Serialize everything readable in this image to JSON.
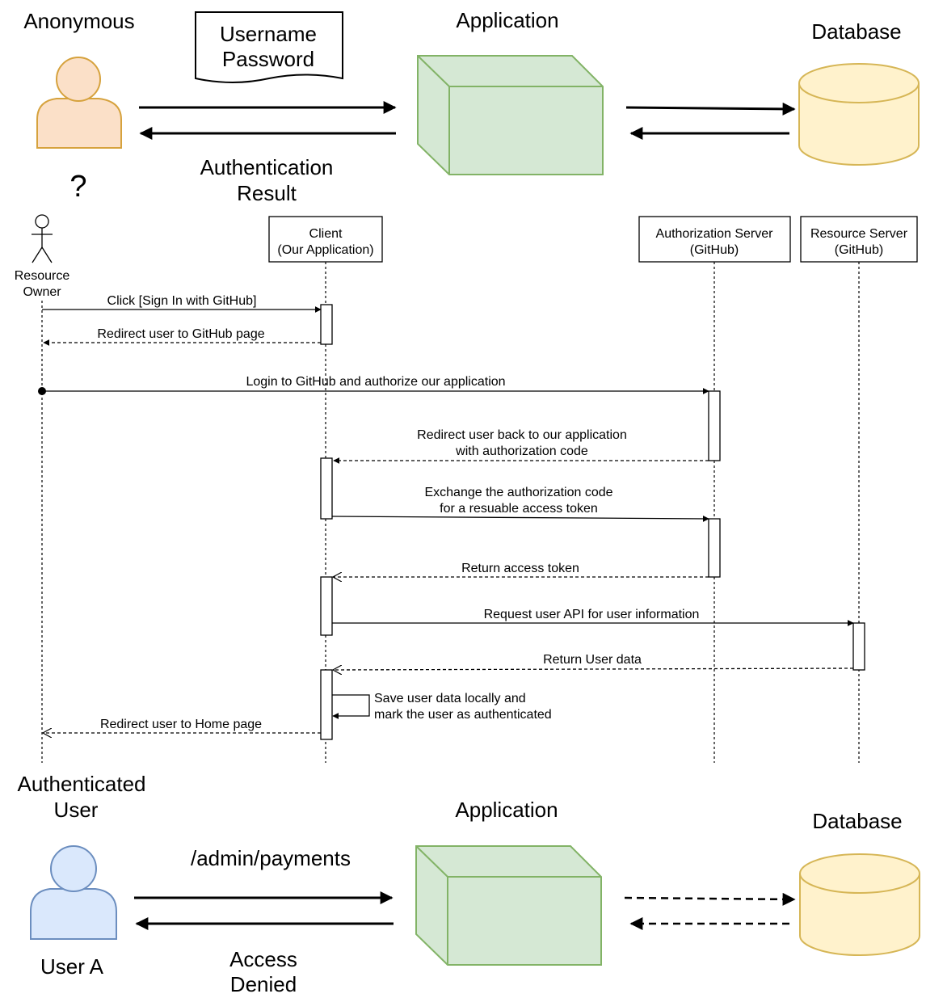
{
  "colors": {
    "anonymous_fill": "#fbe0c8",
    "anonymous_stroke": "#d6a23d",
    "user_fill": "#dae8fc",
    "user_stroke": "#6c8ebf",
    "app_fill": "#d5e8d4",
    "app_stroke": "#82b366",
    "db_fill": "#fff2cc",
    "db_stroke": "#d6b656",
    "denied": "#c0392b"
  },
  "top": {
    "actor_label": "Anonymous",
    "actor_status": "?",
    "credentials": [
      "Username",
      "Password"
    ],
    "app_label": "Application",
    "db_label": "Database",
    "result_label": [
      "Authentication",
      "Result"
    ]
  },
  "sequence": {
    "participants": {
      "owner": [
        "Resource",
        "Owner"
      ],
      "client": [
        "Client",
        "(Our Application)"
      ],
      "auth_server": [
        "Authorization Server",
        "(GitHub)"
      ],
      "resource_server": [
        "Resource Server",
        "(GitHub)"
      ]
    },
    "messages": [
      [
        "Click [Sign In with GitHub]"
      ],
      [
        "Redirect user to GitHub page"
      ],
      [
        "Login to GitHub and authorize our application"
      ],
      [
        "Redirect user back to our application",
        "with authorization code"
      ],
      [
        "Exchange the authorization code",
        "for a resuable access token"
      ],
      [
        "Return access token"
      ],
      [
        "Request user API for user information"
      ],
      [
        "Return User data"
      ],
      [
        "Save user data locally and",
        "mark the user as authenticated"
      ],
      [
        "Redirect user to Home page"
      ]
    ]
  },
  "bottom": {
    "actor_label": [
      "Authenticated",
      "User"
    ],
    "user_name": "User A",
    "request_path": "/admin/payments",
    "app_label": "Application",
    "db_label": "Database",
    "denied_label": [
      "Access",
      "Denied"
    ]
  }
}
